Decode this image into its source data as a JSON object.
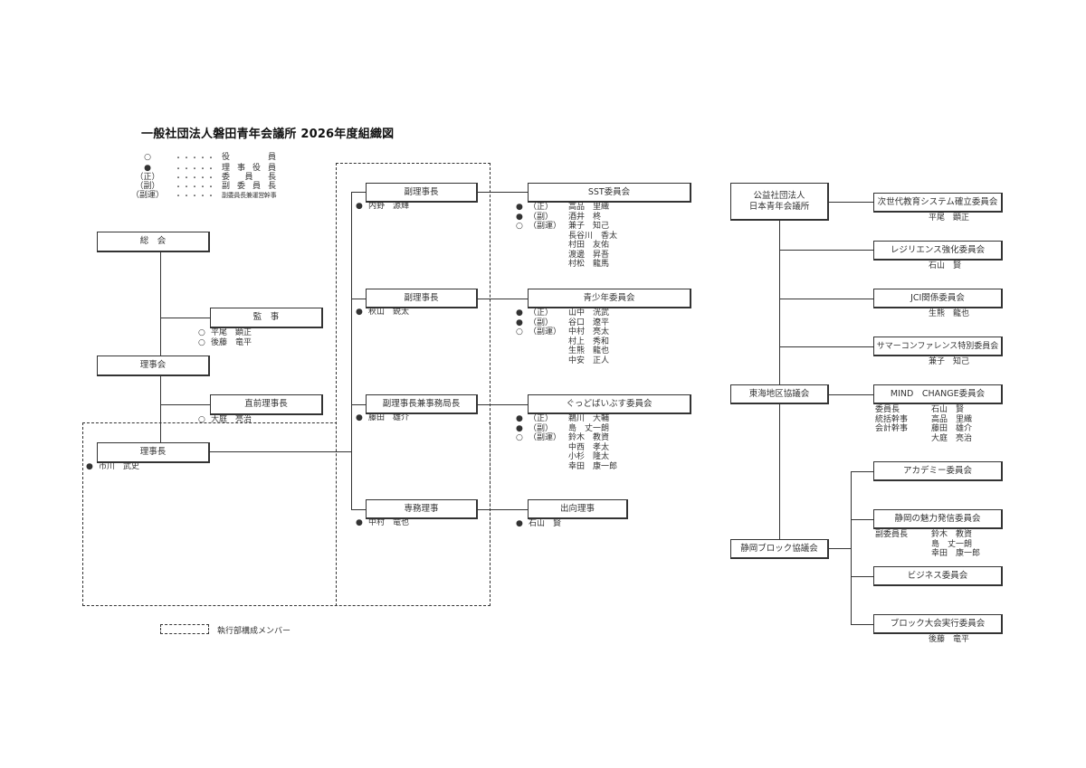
{
  "title": "一般社団法人磐田青年会議所  2026年度組織図",
  "legend": [
    {
      "symbol": "○",
      "dots": "・・・・・",
      "meaning": "役　　員"
    },
    {
      "symbol": "●",
      "dots": "・・・・・",
      "meaning": "理 事 役 員"
    },
    {
      "symbol": "（正）",
      "dots": "・・・・・",
      "meaning": "委　員　長"
    },
    {
      "symbol": "（副）",
      "dots": "・・・・・",
      "meaning": "副 委 員 長"
    },
    {
      "symbol": "（副運）",
      "dots": "・・・・・",
      "meaning": "副委員長兼運営幹事"
    }
  ],
  "exec_legend": "執行部構成メンバー",
  "left": {
    "general_assembly": "総　会",
    "auditor": {
      "label": "監　事",
      "members": [
        {
          "mark": "○",
          "name": "平尾　顕正"
        },
        {
          "mark": "○",
          "name": "後藤　竜平"
        }
      ]
    },
    "board": "理事会",
    "past_president": {
      "label": "直前理事長",
      "members": [
        {
          "mark": "○",
          "name": "大庭　亮治"
        }
      ]
    },
    "president": {
      "label": "理事長",
      "members": [
        {
          "mark": "●",
          "name": "市川　武史"
        }
      ]
    }
  },
  "vice": [
    {
      "label": "副理事長",
      "member": {
        "mark": "●",
        "name": "内野　源輝"
      }
    },
    {
      "label": "副理事長",
      "member": {
        "mark": "●",
        "name": "秋山　鋭太"
      }
    },
    {
      "label": "副理事長兼事務局長",
      "member": {
        "mark": "●",
        "name": "藤田　雄介"
      }
    },
    {
      "label": "専務理事",
      "member": {
        "mark": "●",
        "name": "中村　竜也"
      }
    }
  ],
  "committees": [
    {
      "label": "SST委員会",
      "members": [
        {
          "mark": "●",
          "role": "（正）",
          "name": "高品　里織"
        },
        {
          "mark": "●",
          "role": "（副）",
          "name": "酒井　柊"
        },
        {
          "mark": "○",
          "role": "（副運）",
          "name": "兼子　知己"
        },
        {
          "mark": "",
          "role": "",
          "name": "長谷川　香太"
        },
        {
          "mark": "",
          "role": "",
          "name": "村田　友佑"
        },
        {
          "mark": "",
          "role": "",
          "name": "渡邊　昇吾"
        },
        {
          "mark": "",
          "role": "",
          "name": "村松　龍馬"
        }
      ]
    },
    {
      "label": "青少年委員会",
      "members": [
        {
          "mark": "●",
          "role": "（正）",
          "name": "山中　洸武"
        },
        {
          "mark": "●",
          "role": "（副）",
          "name": "谷口　遼平"
        },
        {
          "mark": "○",
          "role": "（副運）",
          "name": "中村　亮太"
        },
        {
          "mark": "",
          "role": "",
          "name": "村上　秀和"
        },
        {
          "mark": "",
          "role": "",
          "name": "生熊　龍也"
        },
        {
          "mark": "",
          "role": "",
          "name": "中安　正人"
        }
      ]
    },
    {
      "label": "ぐっどばいぶす委員会",
      "members": [
        {
          "mark": "●",
          "role": "（正）",
          "name": "鵜川　大輔"
        },
        {
          "mark": "●",
          "role": "（副）",
          "name": "島　丈一朗"
        },
        {
          "mark": "○",
          "role": "（副運）",
          "name": "鈴木　教資"
        },
        {
          "mark": "",
          "role": "",
          "name": "中西　孝太"
        },
        {
          "mark": "",
          "role": "",
          "name": "小杉　隆太"
        },
        {
          "mark": "",
          "role": "",
          "name": "幸田　康一郎"
        }
      ]
    },
    {
      "label": "出向理事",
      "members": [
        {
          "mark": "●",
          "role": "",
          "name": "石山　賢"
        }
      ]
    }
  ],
  "right": {
    "jci_japan": "公益社団法人\n日本青年会議所",
    "jci_committees": [
      {
        "label": "次世代教育システム確立委員会",
        "name": "平尾　顕正"
      },
      {
        "label": "レジリエンス強化委員会",
        "name": "石山　賢"
      },
      {
        "label": "JCI関係委員会",
        "name": "生熊　龍也"
      },
      {
        "label": "サマーコンファレンス特別委員会",
        "name": "兼子　知己"
      }
    ],
    "tokai": "東海地区協議会",
    "mind_change": {
      "label": "MIND　CHANGE委員会",
      "rows": [
        {
          "role": "委員長",
          "name": "石山　賢"
        },
        {
          "role": "統括幹事",
          "name": "高品　里織"
        },
        {
          "role": "会計幹事",
          "name": "藤田　雄介"
        },
        {
          "role": "",
          "name": "大庭　亮治"
        }
      ]
    },
    "shizuoka_block": "静岡ブロック協議会",
    "block_committees": [
      {
        "label": "アカデミー委員会"
      },
      {
        "label": "静岡の魅力発信委員会",
        "rows": [
          {
            "role": "副委員長",
            "name": "鈴木　教資"
          },
          {
            "role": "",
            "name": "島　丈一朗"
          },
          {
            "role": "",
            "name": "幸田　康一郎"
          }
        ]
      },
      {
        "label": "ビジネス委員会"
      },
      {
        "label": "ブロック大会実行委員会",
        "name": "後藤　竜平"
      }
    ]
  }
}
